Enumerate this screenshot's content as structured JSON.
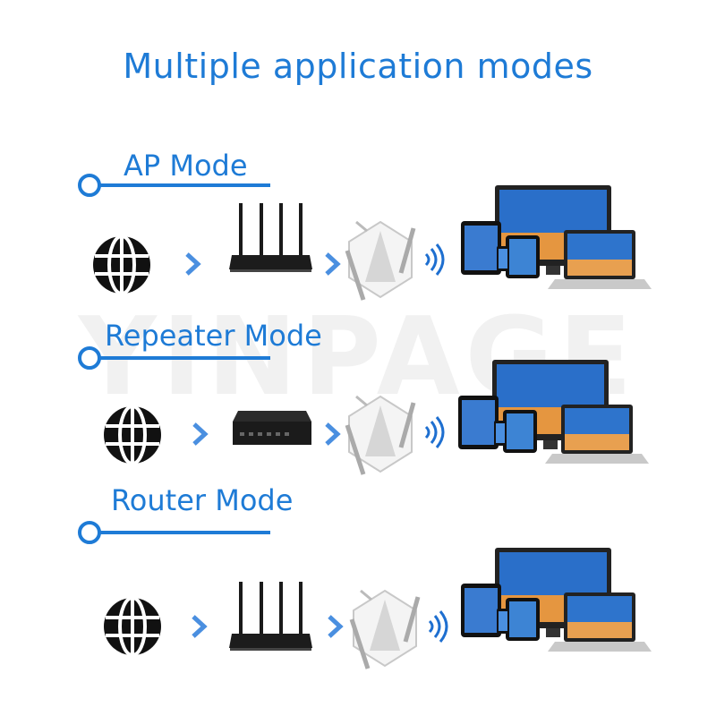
{
  "title": "Multiple application modes",
  "watermark": "YINPAGE",
  "colors": {
    "accent": "#1e7bd6",
    "arrow": "#4a8fe0"
  },
  "modes": [
    {
      "label": "AP Mode",
      "source_icon": "globe-icon",
      "network_device": "router-icon",
      "extender": "wifi-extender-icon",
      "signal": "wifi-signal-icon",
      "clients": "devices-icon"
    },
    {
      "label": "Repeater Mode",
      "source_icon": "globe-icon",
      "network_device": "switch-icon",
      "extender": "wifi-extender-icon",
      "signal": "wifi-signal-icon",
      "clients": "devices-icon"
    },
    {
      "label": "Router Mode",
      "source_icon": "globe-icon",
      "network_device": "router-icon",
      "extender": "wifi-extender-icon",
      "signal": "wifi-signal-icon",
      "clients": "devices-icon"
    }
  ]
}
